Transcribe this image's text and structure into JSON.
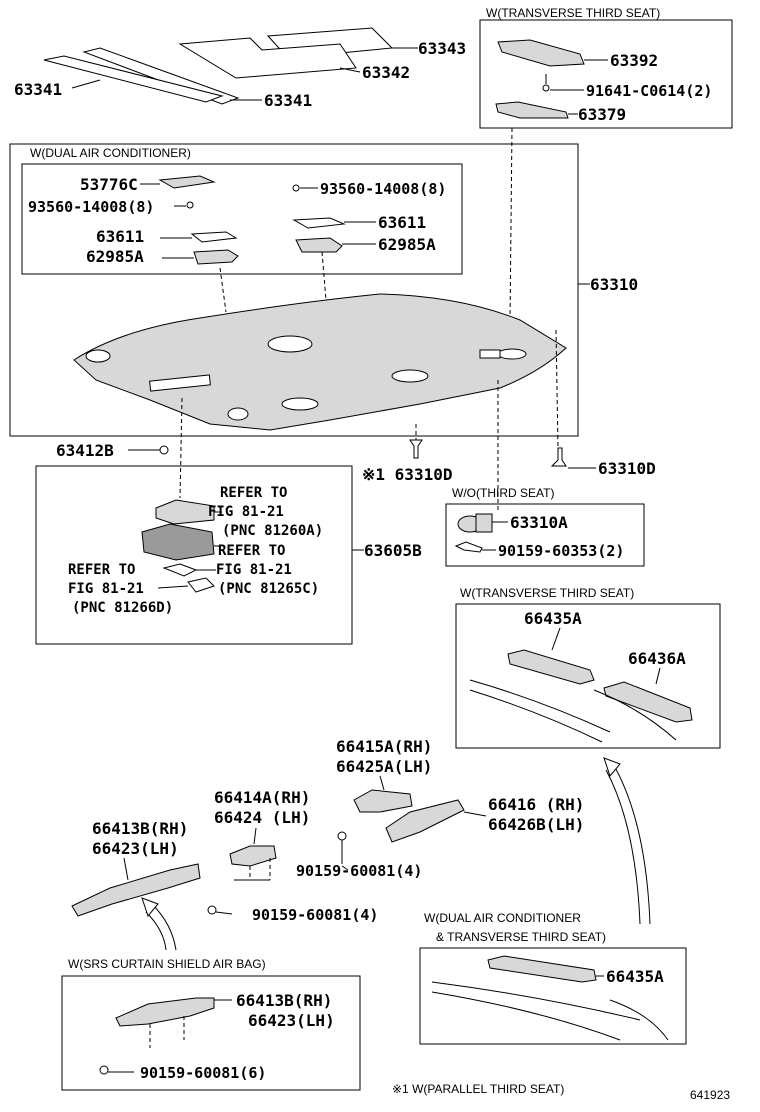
{
  "captions": {
    "trans_top": "W(TRANSVERSE THIRD SEAT)",
    "dual_ac": "W(DUAL AIR CONDITIONER)",
    "wo_third": "W/O(THIRD SEAT)",
    "trans_mid": "W(TRANSVERSE THIRD SEAT)",
    "dual_trans_1": "W(DUAL AIR CONDITIONER",
    "dual_trans_2": "& TRANSVERSE THIRD SEAT)",
    "srs": "W(SRS CURTAIN SHIELD AIR BAG)",
    "footnote": "※1 W(PARALLEL THIRD SEAT)",
    "fig_no": "641923"
  },
  "parts": {
    "p63343": "63343",
    "p63342": "63342",
    "p63341_left": "63341",
    "p63341_right": "63341",
    "p63392": "63392",
    "p91641": "91641-C0614(2)",
    "p63379": "63379",
    "p53776c": "53776C",
    "p93560_left": "93560-14008(8)",
    "p63611_left": "63611",
    "p62985a_left": "62985A",
    "p93560_right": "93560-14008(8)",
    "p63611_right": "63611",
    "p62985a_right": "62985A",
    "p63310": "63310",
    "p63412b": "63412B",
    "p63310d_mid": "※1 63310D",
    "p63310d_right": "63310D",
    "p63310a": "63310A",
    "p90159_60353": "90159-60353(2)",
    "p63605b": "63605B",
    "p66435a_top": "66435A",
    "p66436a": "66436A",
    "p66415a": "66415A(RH)",
    "p66425a": "66425A(LH)",
    "p66414a": "66414A(RH)",
    "p66424": "66424 (LH)",
    "p66416": "66416 (RH)",
    "p66426b": "66426B(LH)",
    "p66413b": "66413B(RH)",
    "p66423": "66423(LH)",
    "p90159_a": "90159-60081(4)",
    "p90159_b": "90159-60081(4)",
    "p66435a_bottom": "66435A",
    "p66413b_bottom": "66413B(RH)",
    "p66423_bottom": "66423(LH)",
    "p90159_c": "90159-60081(6)"
  },
  "refs": {
    "r1_a": "REFER TO",
    "r1_b": "FIG 81-21",
    "r1_c": "(PNC 81260A)",
    "r2_a": "REFER TO",
    "r2_b": "FIG 81-21",
    "r2_c": "(PNC 81265C)",
    "r3_a": "REFER TO",
    "r3_b": "FIG 81-21",
    "r3_c": "(PNC 81266D)"
  }
}
